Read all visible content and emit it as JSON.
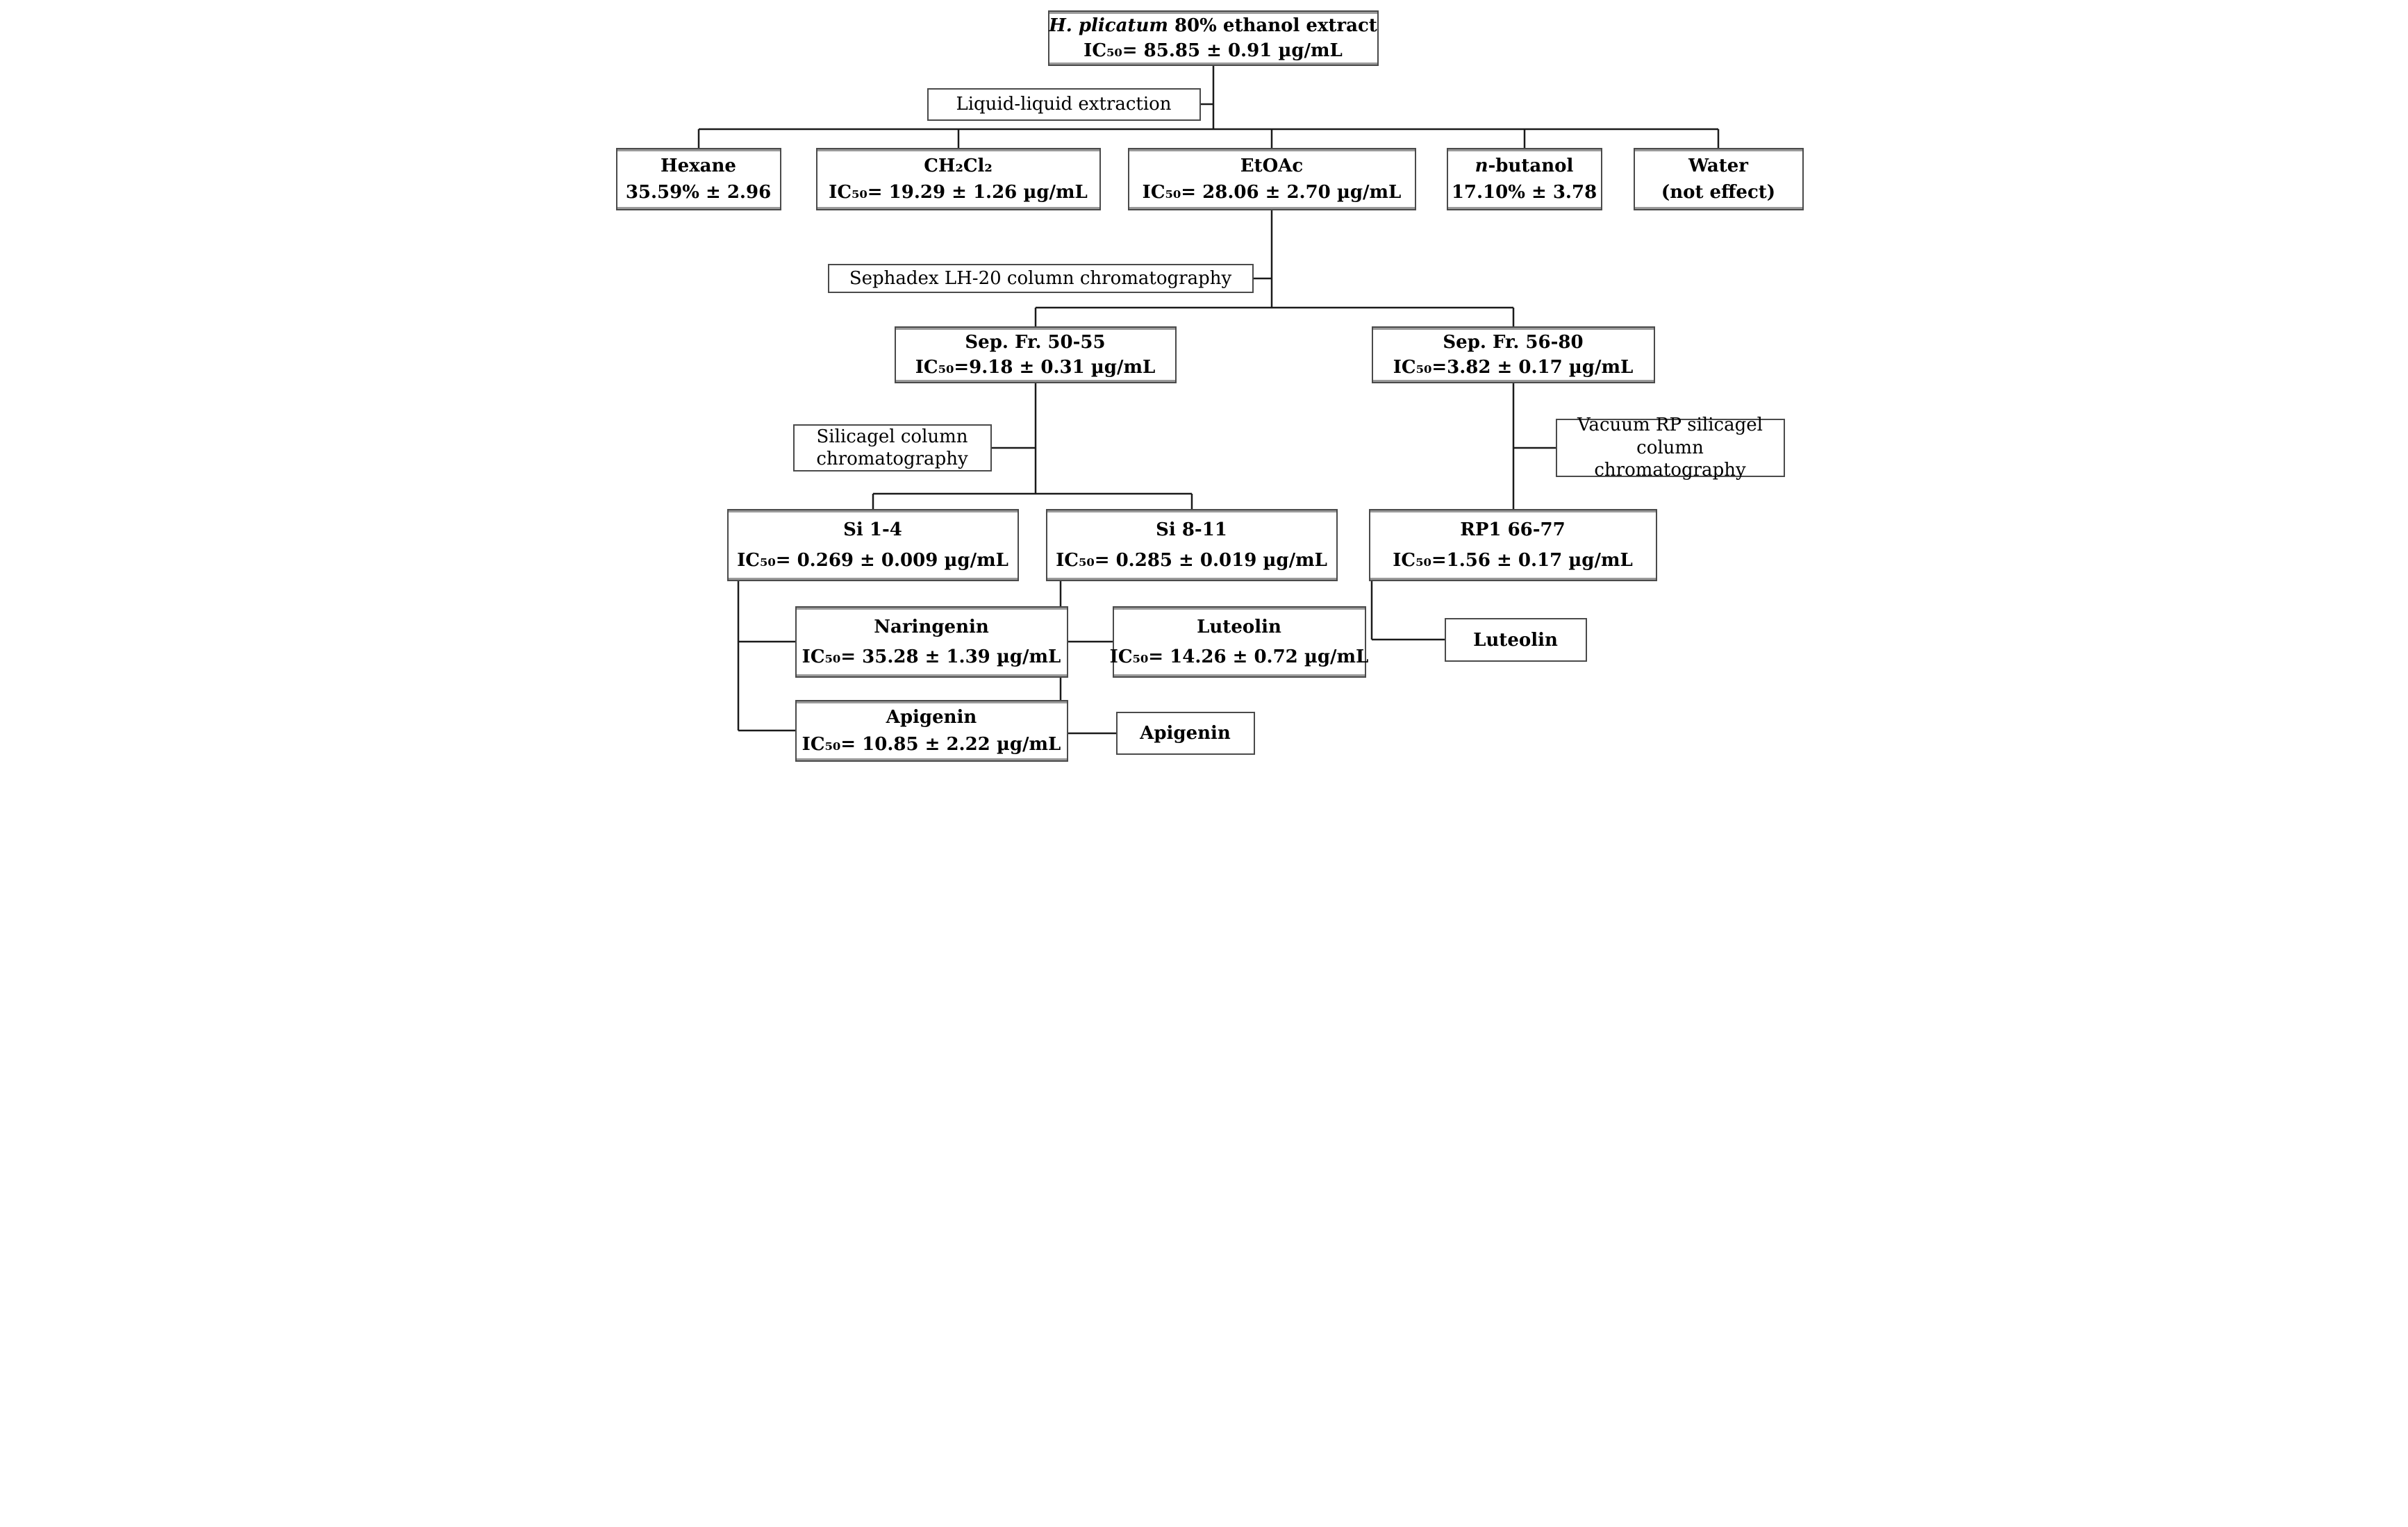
{
  "figure": {
    "background_color": "#ffffff",
    "line_color": "#1a1a1a",
    "box_border_color": "#4a4a4a",
    "description": "Bioassay-guided fractionation scheme of H. plicatum 80% ethanol extract with IC50 values"
  },
  "process_labels": {
    "liquid": "Liquid-liquid extraction",
    "sephadex": "Sephadex LH-20 column chromatography",
    "silicagel": "Silicagel column chromatography",
    "vacuum_rp": "Vacuum RP silicagel column chromatography"
  },
  "nodes": {
    "root": {
      "lines": [
        [
          {
            "t": "H. plicatum",
            "i": true
          },
          {
            "t": " 80% ethanol extract"
          }
        ],
        [
          {
            "t": "IC₅₀= 85.85 ± 0.91 µg/mL"
          }
        ]
      ]
    },
    "hexane": {
      "lines": [
        [
          {
            "t": "Hexane"
          }
        ],
        [
          {
            "t": "35.59% ± 2.96"
          }
        ]
      ]
    },
    "ch2cl2": {
      "lines": [
        [
          {
            "t": "CH₂Cl₂"
          }
        ],
        [
          {
            "t": "IC₅₀= 19.29 ± 1.26 µg/mL"
          }
        ]
      ]
    },
    "etoac": {
      "lines": [
        [
          {
            "t": "EtOAc"
          }
        ],
        [
          {
            "t": "IC₅₀= 28.06 ± 2.70 µg/mL"
          }
        ]
      ]
    },
    "n_butanol": {
      "lines": [
        [
          {
            "t": "n",
            "i": true
          },
          {
            "t": "-butanol"
          }
        ],
        [
          {
            "t": "17.10% ± 3.78"
          }
        ]
      ]
    },
    "water": {
      "lines": [
        [
          {
            "t": "Water"
          }
        ],
        [
          {
            "t": "(not effect)"
          }
        ]
      ]
    },
    "sep_fr_50_55": {
      "lines": [
        [
          {
            "t": "Sep. Fr. 50-55"
          }
        ],
        [
          {
            "t": "IC₅₀=9.18 ± 0.31 µg/mL"
          }
        ]
      ]
    },
    "sep_fr_56_80": {
      "lines": [
        [
          {
            "t": "Sep. Fr. 56-80"
          }
        ],
        [
          {
            "t": "IC₅₀=3.82 ± 0.17 µg/mL"
          }
        ]
      ]
    },
    "si_1_4": {
      "lines": [
        [
          {
            "t": "Si 1-4"
          }
        ],
        [
          {
            "t": "IC₅₀= 0.269 ± 0.009 µg/mL"
          }
        ]
      ]
    },
    "si_8_11": {
      "lines": [
        [
          {
            "t": "Si 8-11"
          }
        ],
        [
          {
            "t": "IC₅₀= 0.285 ± 0.019 µg/mL"
          }
        ]
      ]
    },
    "rp1_66_77": {
      "lines": [
        [
          {
            "t": "RP1 66-77"
          }
        ],
        [
          {
            "t": "IC₅₀=1.56 ± 0.17 µg/mL"
          }
        ]
      ]
    },
    "naringenin": {
      "lines": [
        [
          {
            "t": "Naringenin"
          }
        ],
        [
          {
            "t": "IC₅₀= 35.28 ± 1.39 µg/mL"
          }
        ]
      ]
    },
    "apigenin_1": {
      "lines": [
        [
          {
            "t": "Apigenin"
          }
        ],
        [
          {
            "t": "IC₅₀= 10.85 ± 2.22 µg/mL"
          }
        ]
      ]
    },
    "luteolin_1": {
      "lines": [
        [
          {
            "t": "Luteolin"
          }
        ],
        [
          {
            "t": "IC₅₀= 14.26 ± 0.72 µg/mL"
          }
        ]
      ]
    },
    "luteolin_2": {
      "lines": [
        [
          {
            "t": "Luteolin"
          }
        ]
      ]
    },
    "apigenin_2": {
      "lines": [
        [
          {
            "t": "Apigenin"
          }
        ]
      ]
    }
  },
  "edges": [
    {
      "from": "root",
      "to": [
        "hexane",
        "ch2cl2",
        "etoac",
        "n_butanol",
        "water"
      ],
      "via": "Liquid-liquid extraction"
    },
    {
      "from": "etoac",
      "to": [
        "sep_fr_50_55",
        "sep_fr_56_80"
      ],
      "via": "Sephadex LH-20 column chromatography"
    },
    {
      "from": "sep_fr_50_55",
      "to": [
        "si_1_4",
        "si_8_11"
      ],
      "via": "Silicagel column chromatography"
    },
    {
      "from": "sep_fr_56_80",
      "to": [
        "rp1_66_77"
      ],
      "via": "Vacuum RP silicagel column chromatography"
    },
    {
      "from": "si_1_4",
      "to": [
        "naringenin",
        "apigenin_1"
      ]
    },
    {
      "from": "si_8_11",
      "to": [
        "luteolin_1",
        "apigenin_2"
      ]
    },
    {
      "from": "rp1_66_77",
      "to": [
        "luteolin_2"
      ]
    }
  ]
}
